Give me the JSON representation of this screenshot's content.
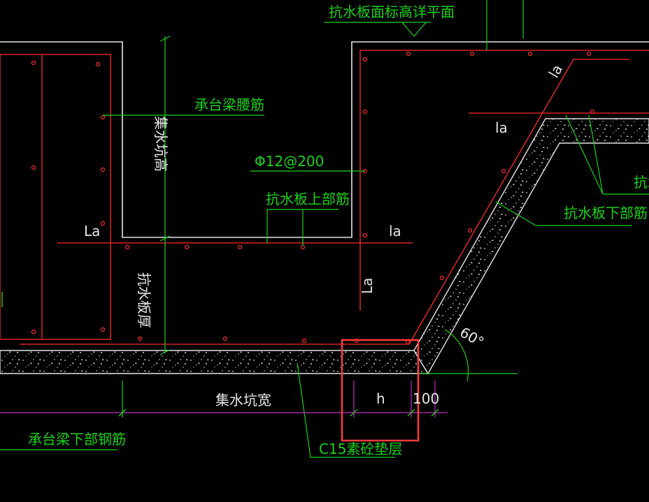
{
  "labels": {
    "top_title": "抗水板面标高详平面",
    "cap_beam_web_rebar": "承台梁腰筋",
    "pit_height": "集水坑高",
    "phi_spec": "Φ12@200",
    "slab_top_rebar": "抗水板上部筋",
    "la_left": "La",
    "la_mid": "la",
    "la_vertical": "La",
    "la_upper_right": "la",
    "la_diag": "la",
    "slab_thickness": "抗水板厚",
    "slab_bottom_rebar": "抗水板下部筋",
    "right_clipped": "抗水",
    "pit_width": "集水坑宽",
    "h_label": "h",
    "dim_100": "100",
    "angle_60": "60°",
    "c15_layer": "C15素砼垫层",
    "cap_beam_bottom_rebar": "承台梁下部钢筋"
  },
  "colors": {
    "white": "#e6e6e6",
    "red": "#ff2a2a",
    "green": "#19d219",
    "magenta": "#c030c0",
    "highlight": "#ff3b3b"
  }
}
